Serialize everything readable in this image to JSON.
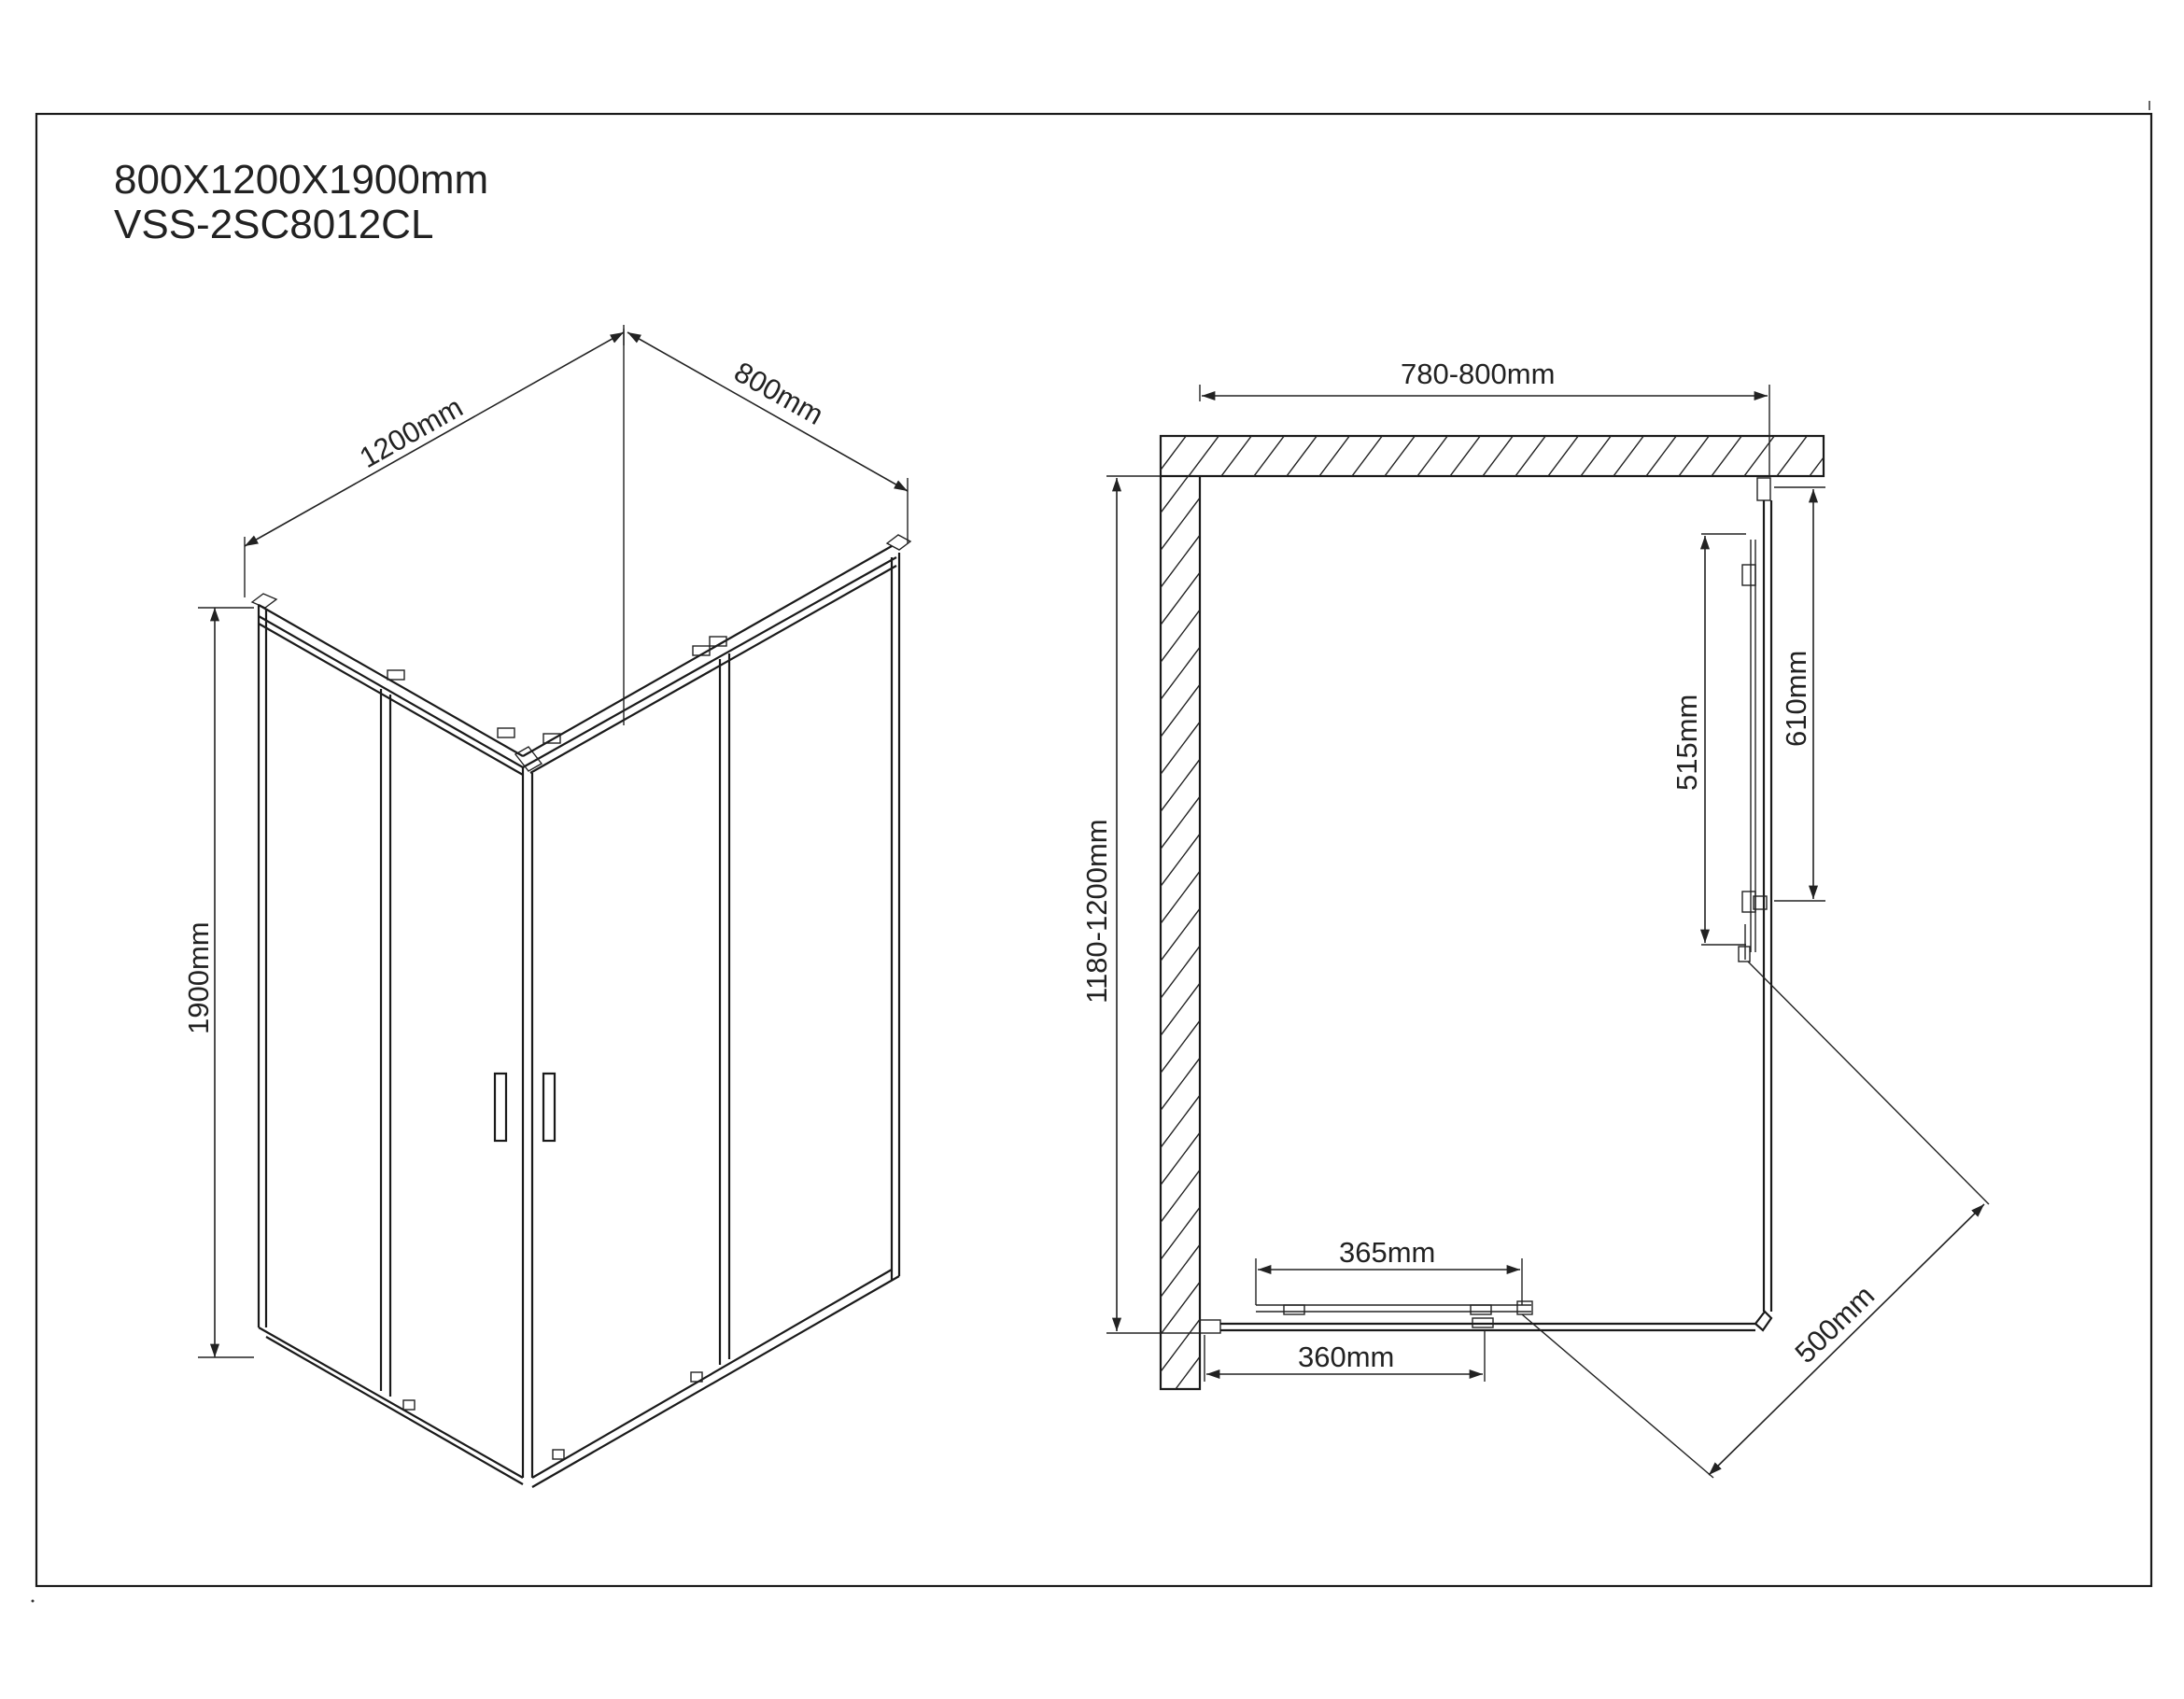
{
  "title": {
    "dimensions": "800X1200X1900mm",
    "model": "VSS-2SC8012CL"
  },
  "iso_view": {
    "width_label": "1200mm",
    "depth_label": "800mm",
    "height_label": "1900mm"
  },
  "plan_view": {
    "width_label": "780-800mm",
    "length_label": "1180-1200mm",
    "fixed_panel_label": "610mm",
    "door_side_label": "515mm",
    "front_door_label": "365mm",
    "front_fixed_label": "360mm",
    "opening_diagonal_label": "500mm"
  },
  "colors": {
    "line": "#1a1a1a",
    "background": "#ffffff"
  }
}
